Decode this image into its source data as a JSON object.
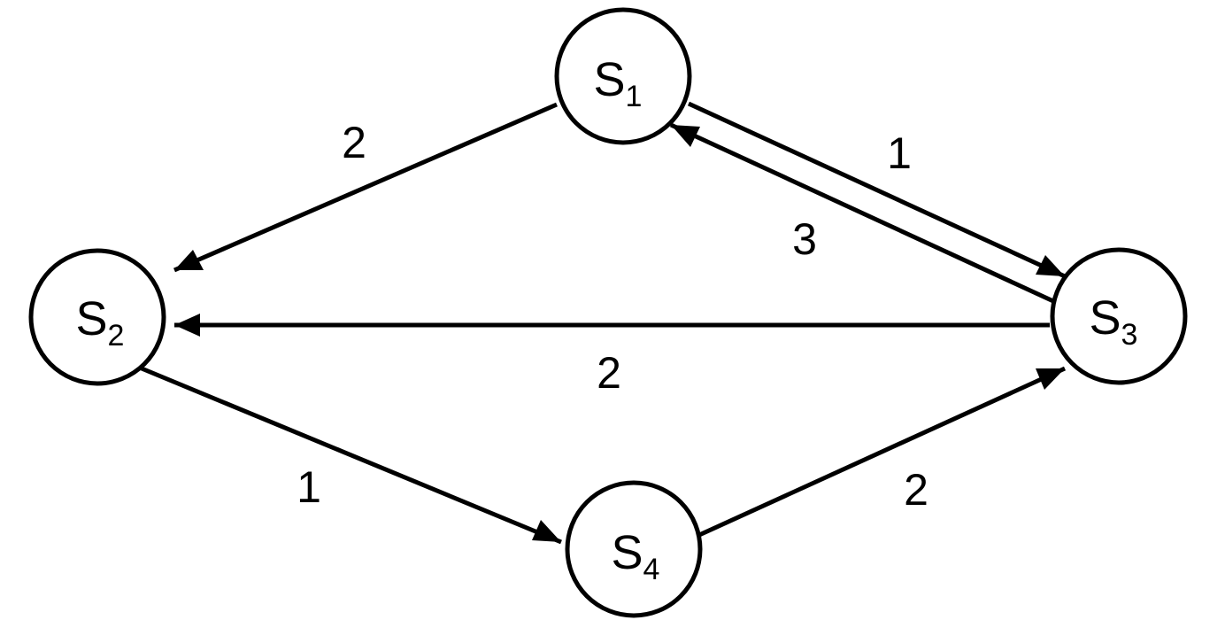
{
  "nodes": {
    "s1": {
      "letter": "S",
      "index": "1"
    },
    "s2": {
      "letter": "S",
      "index": "2"
    },
    "s3": {
      "letter": "S",
      "index": "3"
    },
    "s4": {
      "letter": "S",
      "index": "4"
    }
  },
  "edges": {
    "s1_s2": {
      "from": "S1",
      "to": "S2",
      "weight": "2"
    },
    "s1_s3": {
      "from": "S1",
      "to": "S3",
      "weight": "1"
    },
    "s3_s1": {
      "from": "S3",
      "to": "S1",
      "weight": "3"
    },
    "s3_s2": {
      "from": "S3",
      "to": "S2",
      "weight": "2"
    },
    "s2_s4": {
      "from": "S2",
      "to": "S4",
      "weight": "1"
    },
    "s4_s3": {
      "from": "S4",
      "to": "S3",
      "weight": "2"
    }
  }
}
